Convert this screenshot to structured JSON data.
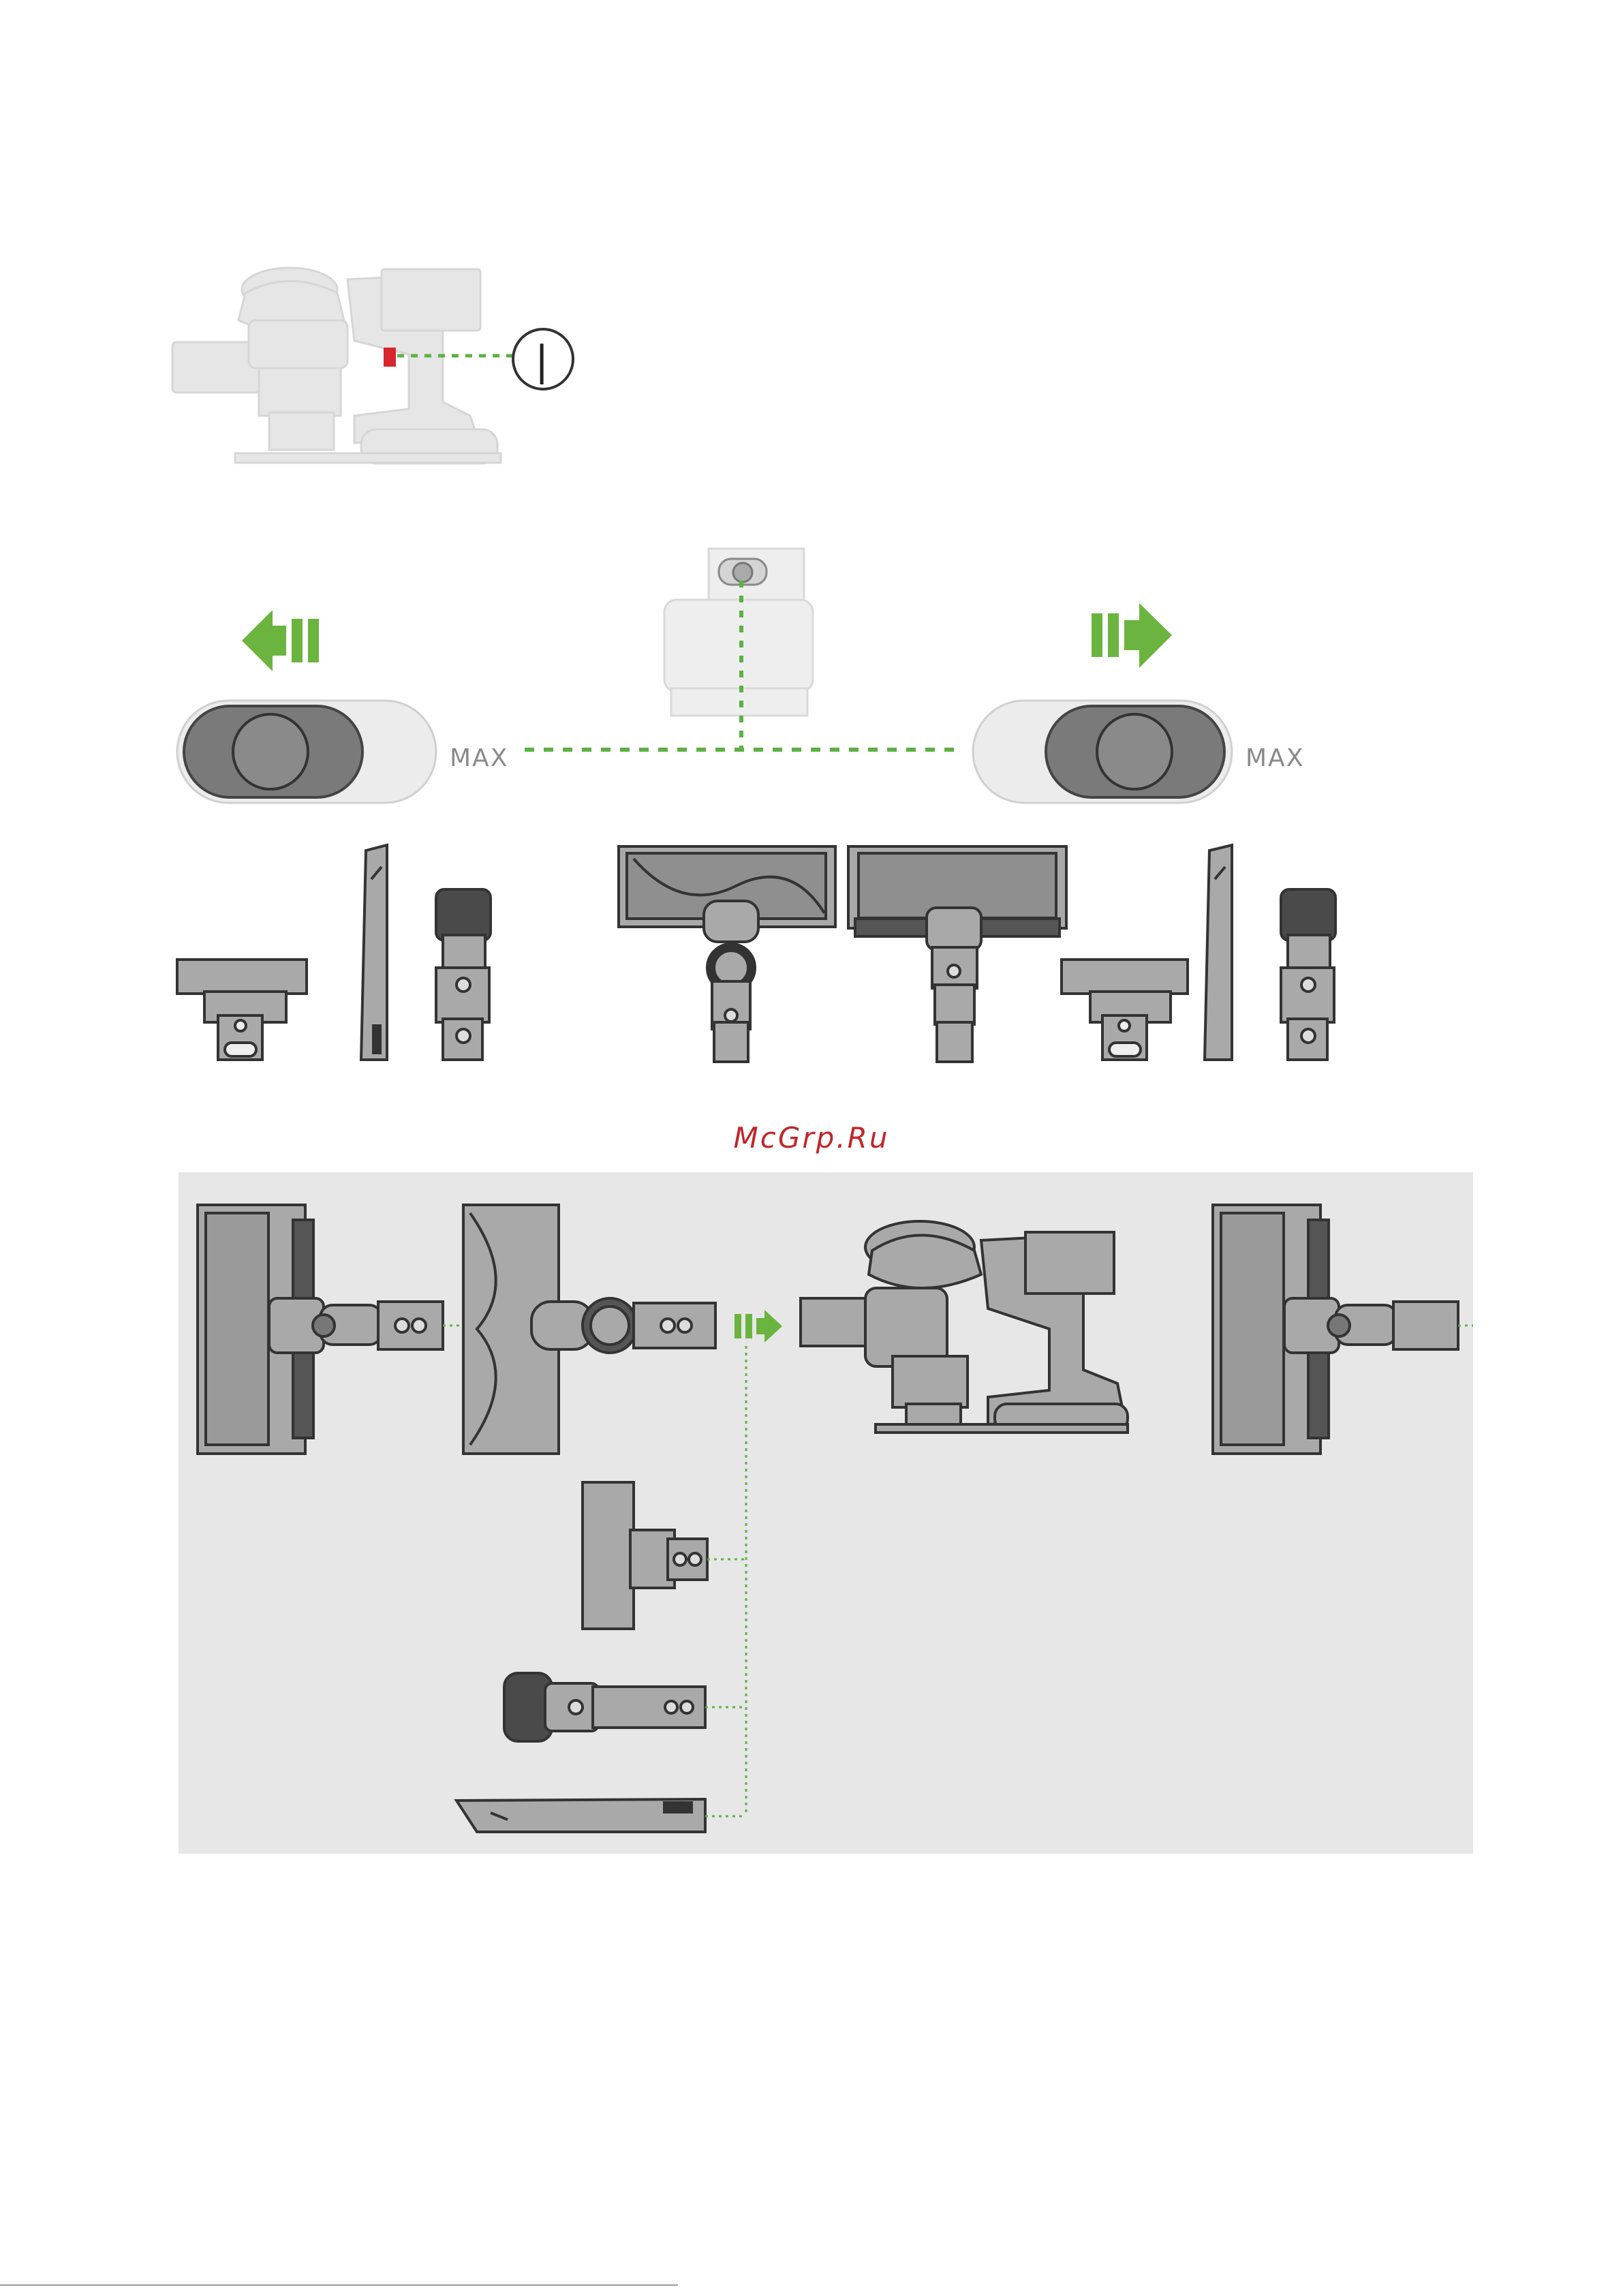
{
  "switch_symbol": "|",
  "max_left": "MAX",
  "max_right": "MAX",
  "watermark": "McGrp.Ru",
  "colors": {
    "green": "#6bb43f",
    "green_dotted": "#5db045",
    "red_trigger": "#d7262e",
    "body_gray": "#a9a9a9",
    "faded_gray": "#dcdcdc",
    "panel_bg": "#e7e7e8",
    "watermark": "#c0262a"
  },
  "icons": {
    "switch": "power-switch-circle-icon",
    "left_arrow": "arrow-left-icon",
    "right_arrow": "arrow-right-icon"
  }
}
